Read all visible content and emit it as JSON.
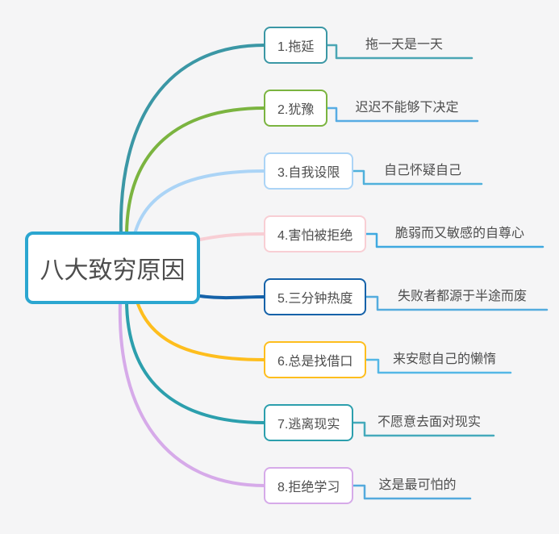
{
  "canvas": {
    "background": "#f5f5f6"
  },
  "central": {
    "label": "八大致穷原因",
    "border_color": "#2ba6d0",
    "text_color": "#4d4d4d"
  },
  "branches": [
    {
      "label": "1.拖延",
      "note": "拖一天是一天",
      "color": "#3b97a5",
      "line_color": "#4aa6b4"
    },
    {
      "label": "2.犹豫",
      "note": "迟迟不能够下决定",
      "color": "#7bb440",
      "line_color": "#57ace3"
    },
    {
      "label": "3.自我设限",
      "note": "自己怀疑自己",
      "color": "#abd4f6",
      "line_color": "#4fb0db"
    },
    {
      "label": "4.害怕被拒绝",
      "note": "脆弱而又敏感的自尊心",
      "color": "#f8ced4",
      "line_color": "#3fa9e0"
    },
    {
      "label": "5.三分钟热度",
      "note": "失败者都源于半途而废",
      "color": "#1562a9",
      "line_color": "#54acde"
    },
    {
      "label": "6.总是找借口",
      "note": "来安慰自己的懒惰",
      "color": "#febe1e",
      "line_color": "#54b7e6"
    },
    {
      "label": "7.逃离现实",
      "note": "不愿意去面对现实",
      "color": "#2c9fad",
      "line_color": "#45aabb"
    },
    {
      "label": "8.拒绝学习",
      "note": "这是最可怕的",
      "color": "#d6aae9",
      "line_color": "#54aadd"
    }
  ]
}
